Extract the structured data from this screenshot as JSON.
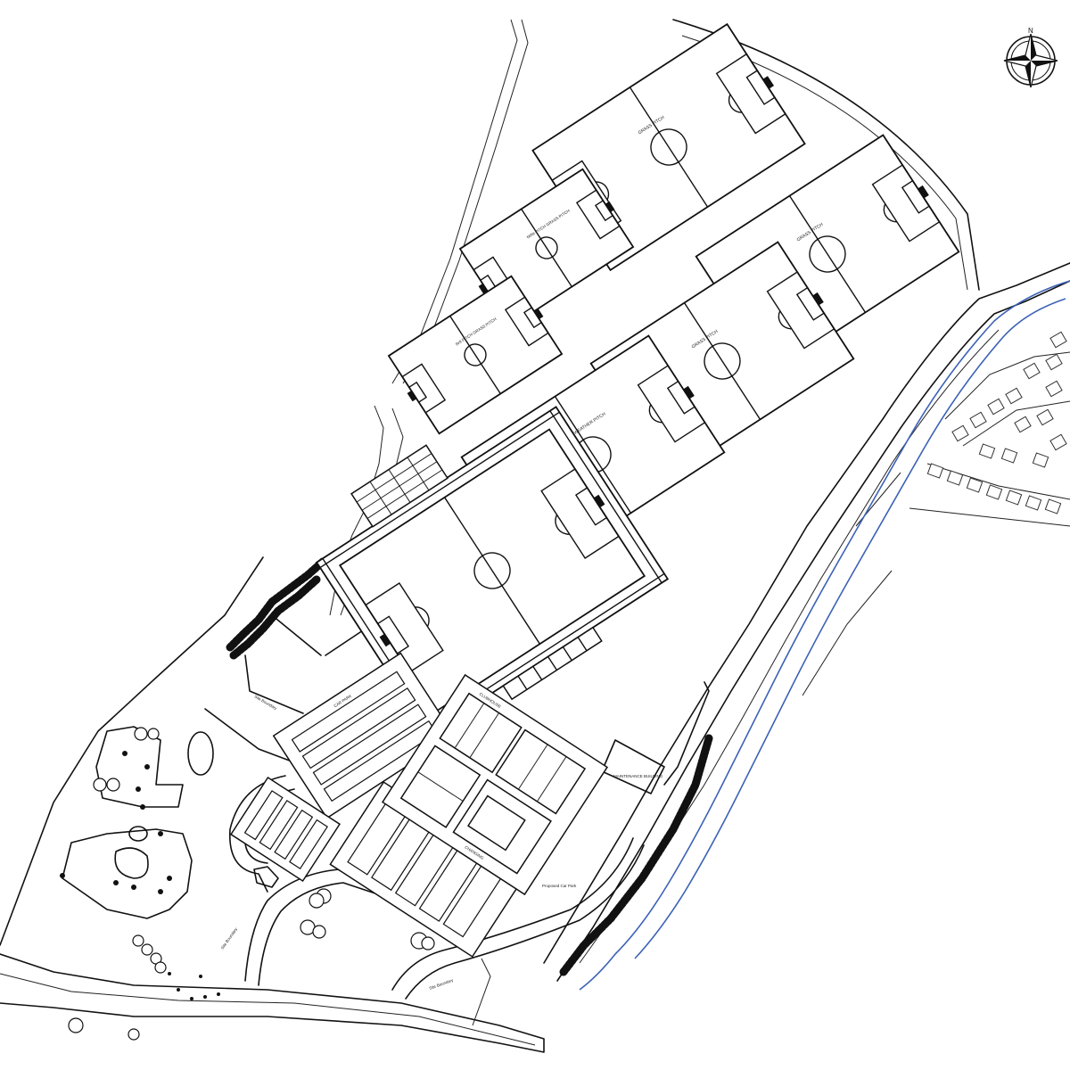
{
  "map": {
    "compass": {
      "letter": "N"
    },
    "pitches": [
      {
        "id": "p1",
        "label": "GRASS PITCH"
      },
      {
        "id": "p2",
        "label": "GRASS PITCH"
      },
      {
        "id": "p3",
        "label": "GRASS PITCH"
      },
      {
        "id": "p4",
        "label": "MINI-PITCH GRASS PITCH"
      },
      {
        "id": "p5",
        "label": "9v9 PITCH GRASS PITCH"
      },
      {
        "id": "p6",
        "label": "FLOODLIT ALL WEATHER PITCH"
      },
      {
        "id": "p7",
        "label": ""
      }
    ],
    "labels": {
      "site_boundary_1": "Site Boundary",
      "site_boundary_2": "Site Boundary",
      "site_boundary_3": "Site Boundary",
      "clubhouse": "CLUBHOUSE",
      "car_park_1": "CAR PARK",
      "proposed_car_park": "Proposed Car Park",
      "maintenance": "MAINTENANCE BUILDING",
      "changing": "CHANGING"
    },
    "colors": {
      "line": "#111111",
      "river": "#3b62b5",
      "background": "#ffffff"
    }
  }
}
